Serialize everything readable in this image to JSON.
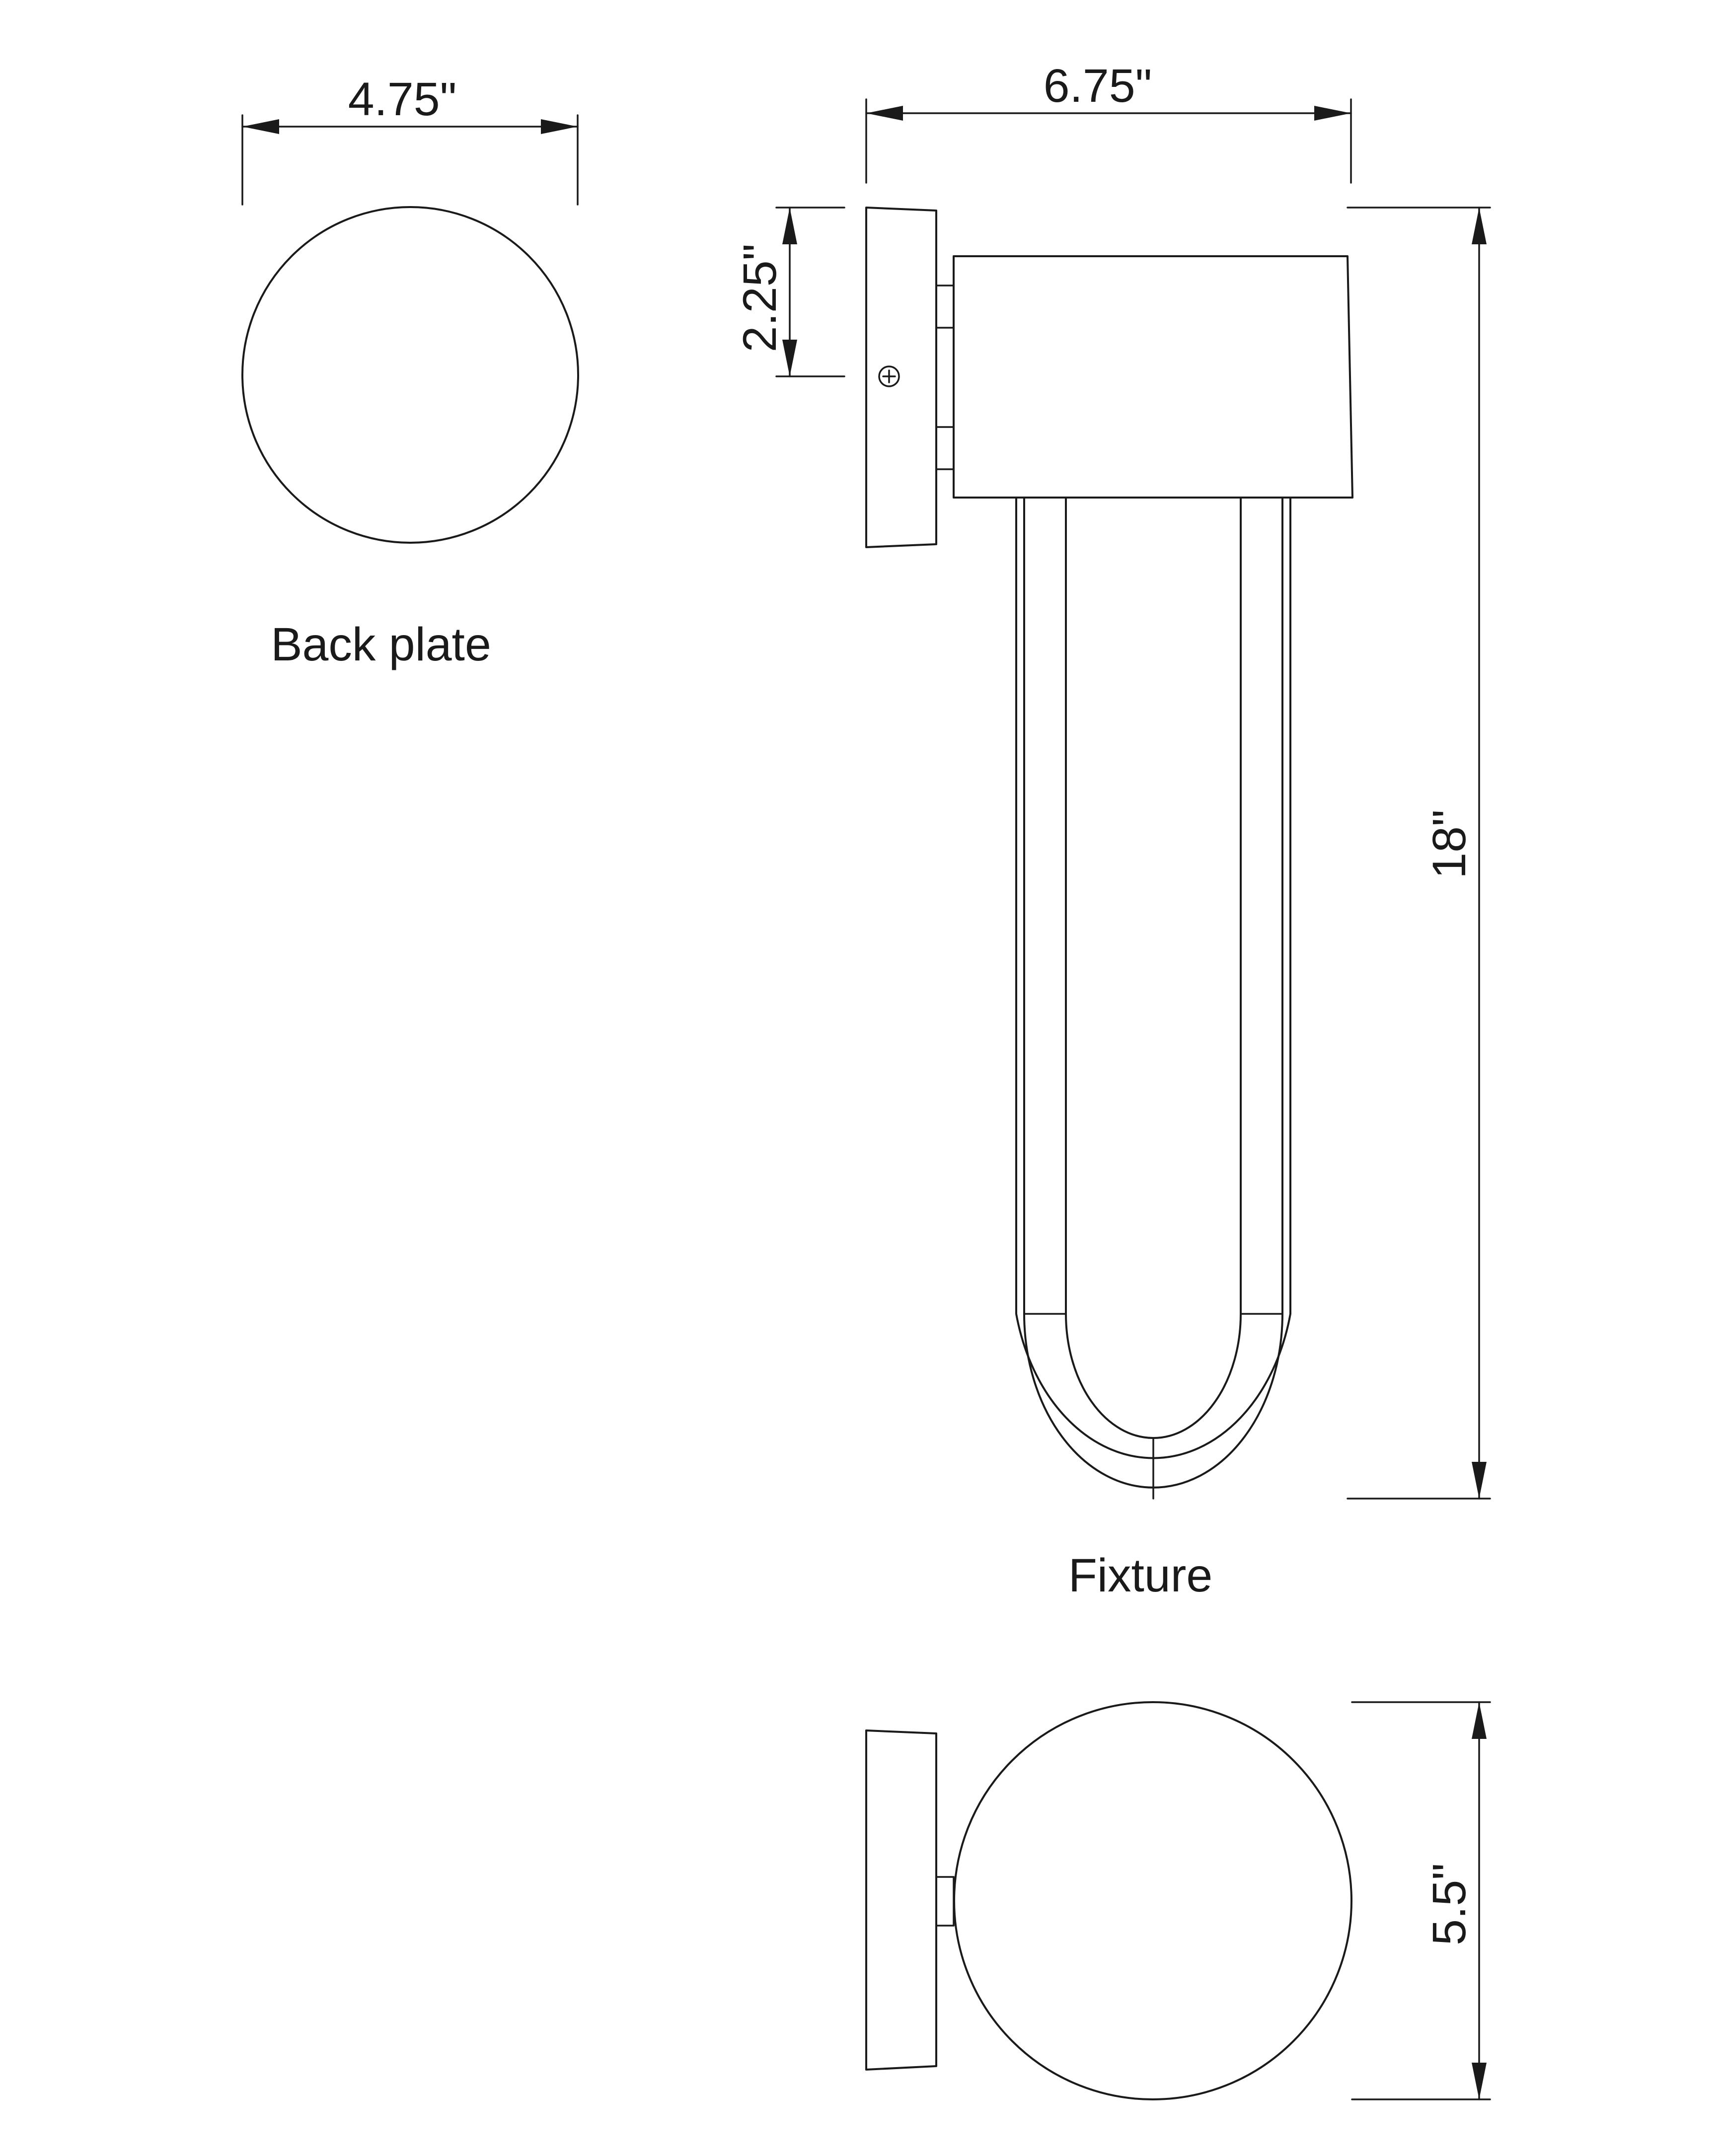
{
  "dimensions": {
    "backplate_width": "4.75\"",
    "fixture_width": "6.75\"",
    "backplate_height": "2.25\"",
    "fixture_height": "18\"",
    "shade_diameter": "5.5\""
  },
  "captions": {
    "backplate": "Back plate",
    "fixture": "Fixture"
  }
}
